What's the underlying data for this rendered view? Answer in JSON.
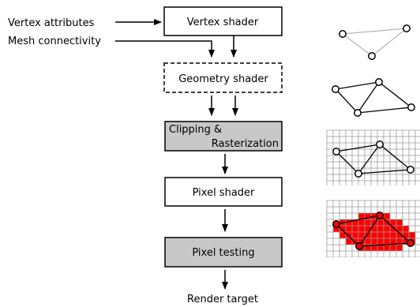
{
  "inputs": {
    "vertex_attributes": "Vertex attributes",
    "mesh_connectivity": "Mesh connectivity"
  },
  "stages": {
    "vertex_shader": "Vertex shader",
    "geometry_shader": "Geometry shader",
    "clipping_line1": "Clipping &",
    "clipping_line2": "Rasterization",
    "pixel_shader": "Pixel shader",
    "pixel_testing": "Pixel testing"
  },
  "output": {
    "render_target": "Render target"
  },
  "colors": {
    "stage_fill_gray": "#c8c8c8",
    "fragment_red": "#ff0000",
    "grid_gray": "#9a9a9a",
    "edge_light_gray": "#b4b4b4"
  }
}
